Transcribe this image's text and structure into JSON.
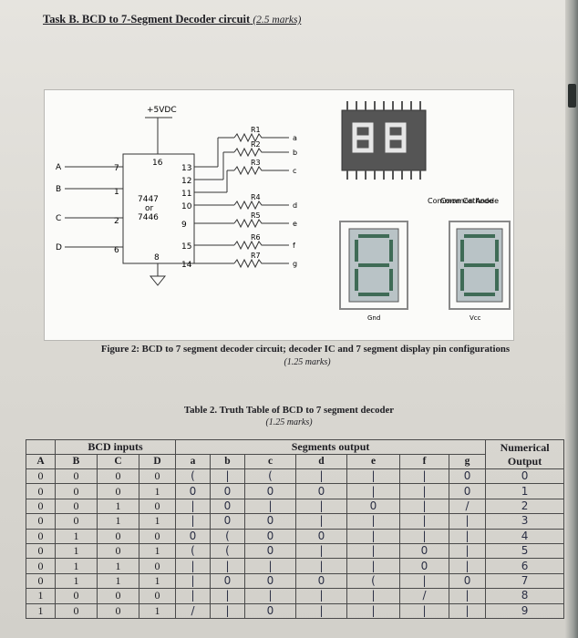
{
  "task": {
    "title": "Task B. BCD to 7-Segment Decoder circuit",
    "marks": "(2.5 marks)"
  },
  "figure": {
    "supply": "+5VDC",
    "input_labels": [
      "A",
      "B",
      "C",
      "D"
    ],
    "left_pins": [
      "7",
      "1",
      "2",
      "6"
    ],
    "top_pin": "16",
    "bottom_pin": "8",
    "right_pins": [
      "13",
      "12",
      "11",
      "10",
      "9",
      "15",
      "14"
    ],
    "ic_label": [
      "7447",
      "or",
      "7446"
    ],
    "resistors": [
      "R1",
      "R2",
      "R3",
      "R4",
      "R5",
      "R6",
      "R7"
    ],
    "outputs": [
      "a",
      "b",
      "c",
      "d",
      "e",
      "f",
      "g"
    ],
    "display_value": "88",
    "common_cathode_label": "Common Cathode",
    "common_anode_label": "Common Anode",
    "cc_gnd_label": "Gnd",
    "ca_vcc_label": "Vcc",
    "caption": "Figure 2: BCD to 7 segment decoder circuit; decoder IC and 7 segment display pin configurations",
    "caption_marks": "(1.25 marks)"
  },
  "table": {
    "title": "Table 2. Truth Table of BCD to 7 segment decoder",
    "marks": "(1.25 marks)",
    "group_inputs": "BCD inputs",
    "group_outputs": "Segments output",
    "group_numeric": "Numerical Output",
    "columns": [
      "A",
      "B",
      "C",
      "D",
      "a",
      "b",
      "c",
      "d",
      "e",
      "f",
      "g"
    ],
    "rows": [
      {
        "A": "0",
        "B": "0",
        "C": "0",
        "D": "0",
        "a": "(",
        "b": "|",
        "c": "(",
        "d": "|",
        "e": "|",
        "f": "|",
        "g": "0",
        "n": "0"
      },
      {
        "A": "0",
        "B": "0",
        "C": "0",
        "D": "1",
        "a": "0",
        "b": "0",
        "c": "0",
        "d": "0",
        "e": "|",
        "f": "|",
        "g": "0",
        "n": "1"
      },
      {
        "A": "0",
        "B": "0",
        "C": "1",
        "D": "0",
        "a": "|",
        "b": "0",
        "c": "|",
        "d": "|",
        "e": "0",
        "f": "|",
        "g": "/",
        "n": "2"
      },
      {
        "A": "0",
        "B": "0",
        "C": "1",
        "D": "1",
        "a": "|",
        "b": "0",
        "c": "0",
        "d": "|",
        "e": "|",
        "f": "|",
        "g": "|",
        "n": "3"
      },
      {
        "A": "0",
        "B": "1",
        "C": "0",
        "D": "0",
        "a": "0",
        "b": "(",
        "c": "0",
        "d": "0",
        "e": "|",
        "f": "|",
        "g": "|",
        "n": "4"
      },
      {
        "A": "0",
        "B": "1",
        "C": "0",
        "D": "1",
        "a": "(",
        "b": "(",
        "c": "0",
        "d": "|",
        "e": "|",
        "f": "0",
        "g": "|",
        "n": "5"
      },
      {
        "A": "0",
        "B": "1",
        "C": "1",
        "D": "0",
        "a": "|",
        "b": "|",
        "c": "|",
        "d": "|",
        "e": "|",
        "f": "0",
        "g": "|",
        "n": "6"
      },
      {
        "A": "0",
        "B": "1",
        "C": "1",
        "D": "1",
        "a": "|",
        "b": "0",
        "c": "0",
        "d": "0",
        "e": "(",
        "f": "|",
        "g": "0",
        "n": "7"
      },
      {
        "A": "1",
        "B": "0",
        "C": "0",
        "D": "0",
        "a": "|",
        "b": "|",
        "c": "|",
        "d": "|",
        "e": "|",
        "f": "/",
        "g": "|",
        "n": "8"
      },
      {
        "A": "1",
        "B": "0",
        "C": "0",
        "D": "1",
        "a": "/",
        "b": "|",
        "c": "0",
        "d": "|",
        "e": "|",
        "f": "|",
        "g": "|",
        "n": "9"
      }
    ]
  }
}
